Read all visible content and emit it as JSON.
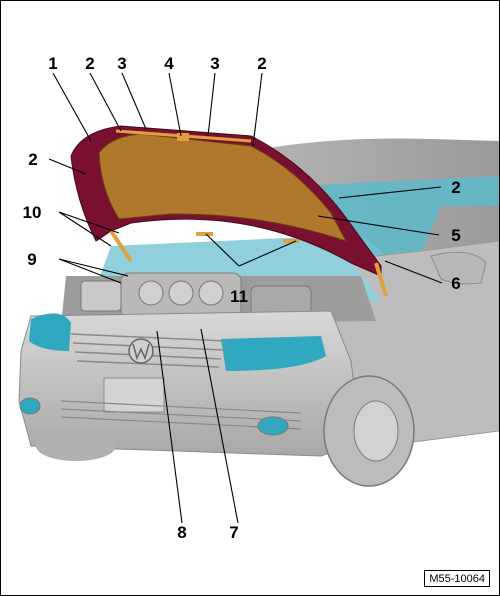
{
  "callouts": {
    "c1": "1",
    "c2a": "2",
    "c3a": "3",
    "c4": "4",
    "c3b": "3",
    "c2b": "2",
    "c2c": "2",
    "c2d": "2",
    "c5": "5",
    "c6": "6",
    "c7": "7",
    "c8": "8",
    "c9": "9",
    "c10": "10",
    "c11": "11"
  },
  "reference_code": "M55-10064",
  "colors": {
    "hood_outer": "#7a1030",
    "hood_insulation": "#b0782c",
    "seal_strip": "#e0a040",
    "windshield": "#5fb8c8",
    "headlight": "#2fa8c0",
    "body_gray": "#c8c8c8"
  }
}
